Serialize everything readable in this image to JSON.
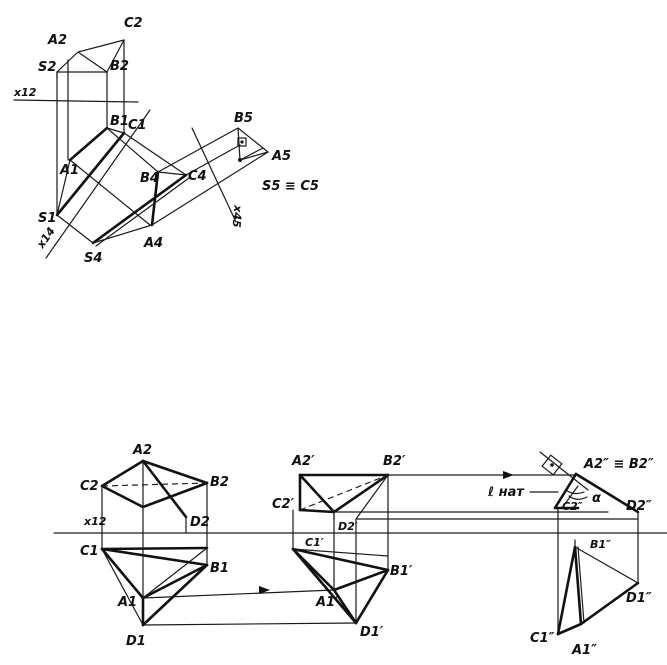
{
  "top_figure": {
    "labels": {
      "A2": "A2",
      "C2": "C2",
      "S2": "S2",
      "B2": "B2",
      "x12": "x12",
      "B1": "B1",
      "C1": "C1",
      "A1": "A1",
      "S1": "S1",
      "B4": "B4",
      "C4": "C4",
      "A4": "A4",
      "S4": "S4",
      "x14": "x14",
      "B5": "B5",
      "A5": "A5",
      "S5C5": "S5 ≡ C5",
      "x45": "x45"
    }
  },
  "bottom_figure": {
    "labels": {
      "A2": "A2",
      "C2": "C2",
      "B2": "B2",
      "D2": "D2",
      "x12": "x12",
      "C1": "C1",
      "B1": "B1",
      "A1": "A1",
      "D1": "D1",
      "A2p": "A2′",
      "B2p": "B2′",
      "C2p": "C2′",
      "D2p": "D2′",
      "C1p": "C1′",
      "B1p": "B1′",
      "A1p": "A1′",
      "D1p": "D1′",
      "A2B2pp": "A2″ ≡ B2″",
      "lnat": "ℓ нат",
      "C2pp": "C2″",
      "alpha": "α",
      "D2pp": "D2″",
      "B1pp": "B1″",
      "D1pp": "D1″",
      "C1pp": "C1″",
      "A1pp": "A1″"
    }
  }
}
